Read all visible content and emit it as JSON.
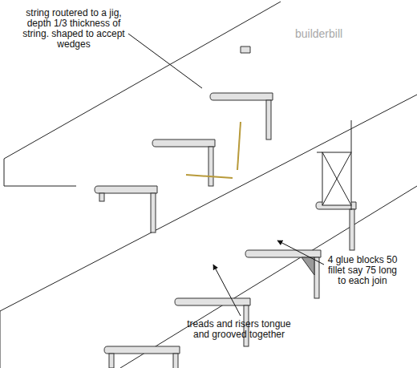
{
  "diagram": {
    "labels": [
      "string routered to a jig, depth 1/3 thickness of string. shaped to accept wedges",
      "builderbill",
      "4 glue blocks 50 fillet say 75 long to each join",
      "treads and risers tongue and grooved together"
    ]
  }
}
